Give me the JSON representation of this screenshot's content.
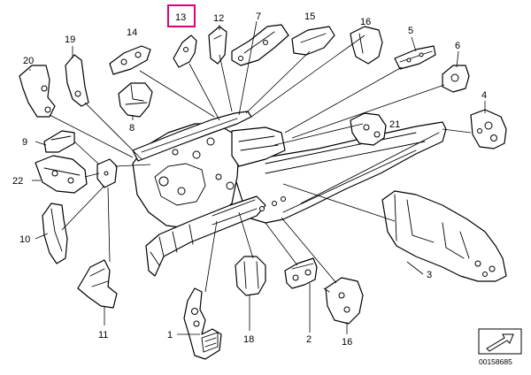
{
  "diagram": {
    "reference": "00158685",
    "highlighted_part": "13",
    "callouts": [
      {
        "id": "c1",
        "label": "1"
      },
      {
        "id": "c2",
        "label": "2"
      },
      {
        "id": "c3",
        "label": "3"
      },
      {
        "id": "c4",
        "label": "4"
      },
      {
        "id": "c5",
        "label": "5"
      },
      {
        "id": "c6",
        "label": "6"
      },
      {
        "id": "c7",
        "label": "7"
      },
      {
        "id": "c8",
        "label": "8"
      },
      {
        "id": "c9",
        "label": "9"
      },
      {
        "id": "c10",
        "label": "10"
      },
      {
        "id": "c11",
        "label": "11"
      },
      {
        "id": "c12",
        "label": "12"
      },
      {
        "id": "c13",
        "label": "13"
      },
      {
        "id": "c14",
        "label": "14"
      },
      {
        "id": "c15",
        "label": "15"
      },
      {
        "id": "c16a",
        "label": "16"
      },
      {
        "id": "c16b",
        "label": "16"
      },
      {
        "id": "c18",
        "label": "18"
      },
      {
        "id": "c19",
        "label": "19"
      },
      {
        "id": "c20",
        "label": "20"
      },
      {
        "id": "c21",
        "label": "21"
      },
      {
        "id": "c22",
        "label": "22"
      }
    ],
    "colors": {
      "line": "#000000",
      "highlight": "#e0007a",
      "background": "#ffffff"
    }
  }
}
